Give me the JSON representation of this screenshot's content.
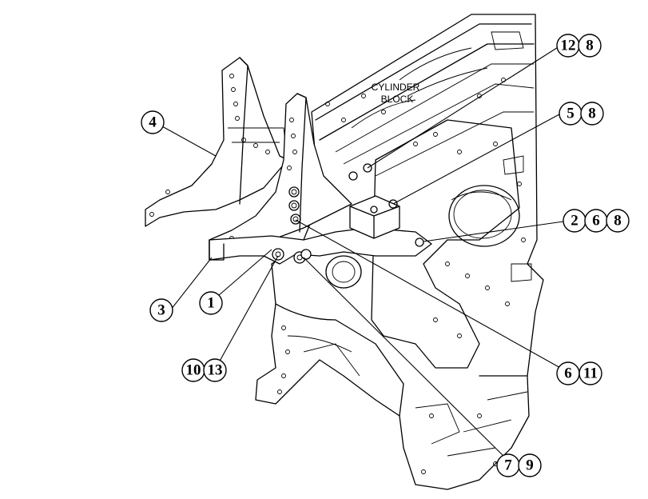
{
  "labels": {
    "cylinder_block_line1": "CYLINDER",
    "cylinder_block_line2": "BLOCK"
  },
  "callouts": {
    "c12": "12",
    "c8a": "8",
    "c5": "5",
    "c8b": "8",
    "c2": "2",
    "c6a": "6",
    "c8c": "8",
    "c4": "4",
    "c3": "3",
    "c1": "1",
    "c10": "10",
    "c13": "13",
    "c6b": "6",
    "c11": "11",
    "c7": "7",
    "c9": "9"
  }
}
